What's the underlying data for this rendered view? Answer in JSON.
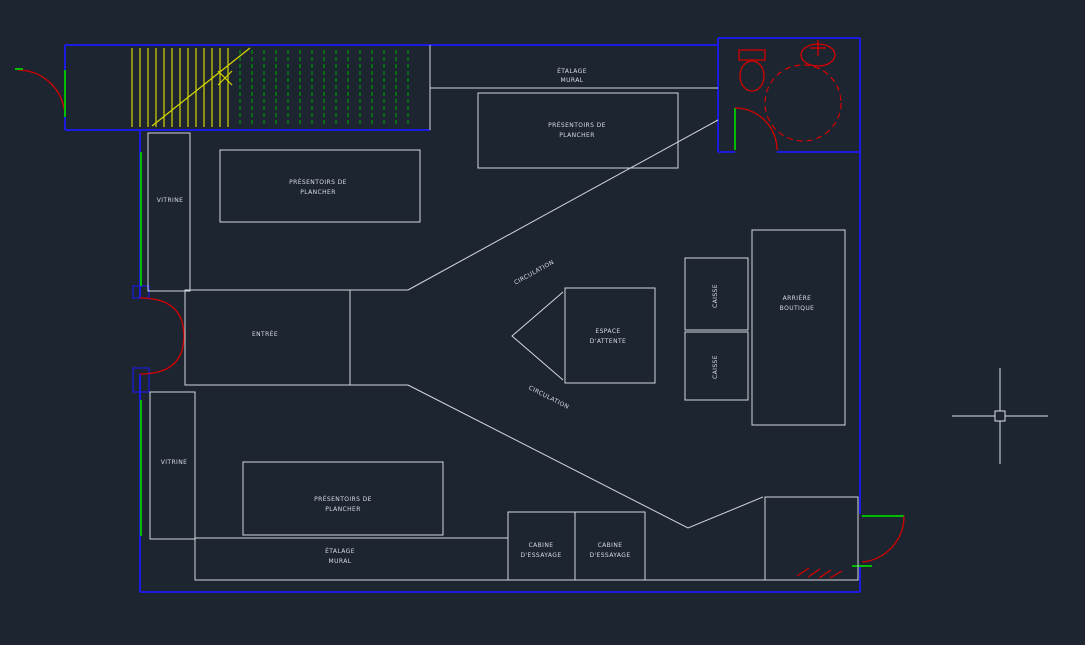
{
  "colors": {
    "background": "#1d2531",
    "wall": "#1c1ce0",
    "line": "#d4d8dc",
    "door": "#d40000",
    "glass": "#00bb00",
    "stair": "#d6d600",
    "hatch": "#009900",
    "label": "#d8dce0",
    "cursor": "#dde1e5"
  },
  "labels": {
    "etalage_mural_top": [
      "ÉTALAGE",
      "MURAL"
    ],
    "presentoirs_top": [
      "PRÉSENTOIRS DE",
      "PLANCHER"
    ],
    "presentoirs_left": [
      "PRÉSENTOIRS DE",
      "PLANCHER"
    ],
    "presentoirs_bottom": [
      "PRÉSENTOIRS DE",
      "PLANCHER"
    ],
    "vitrine_upper": "VITRINE",
    "vitrine_lower": "VITRINE",
    "entree": "ENTRÉE",
    "circulation_upper": "CIRCULATION",
    "circulation_lower": "CIRCULATION",
    "espace_attente": [
      "ESPACE",
      "D'ATTENTE"
    ],
    "caisse_upper": "CAISSE",
    "caisse_lower": "CAISSE",
    "arriere_boutique": [
      "ARRIÈRE",
      "BOUTIQUE"
    ],
    "etalage_mural_bottom": [
      "ÉTALAGE",
      "MURAL"
    ],
    "cabine_left": [
      "CABINE",
      "D'ESSAYAGE"
    ],
    "cabine_right": [
      "CABINE",
      "D'ESSAYAGE"
    ]
  }
}
